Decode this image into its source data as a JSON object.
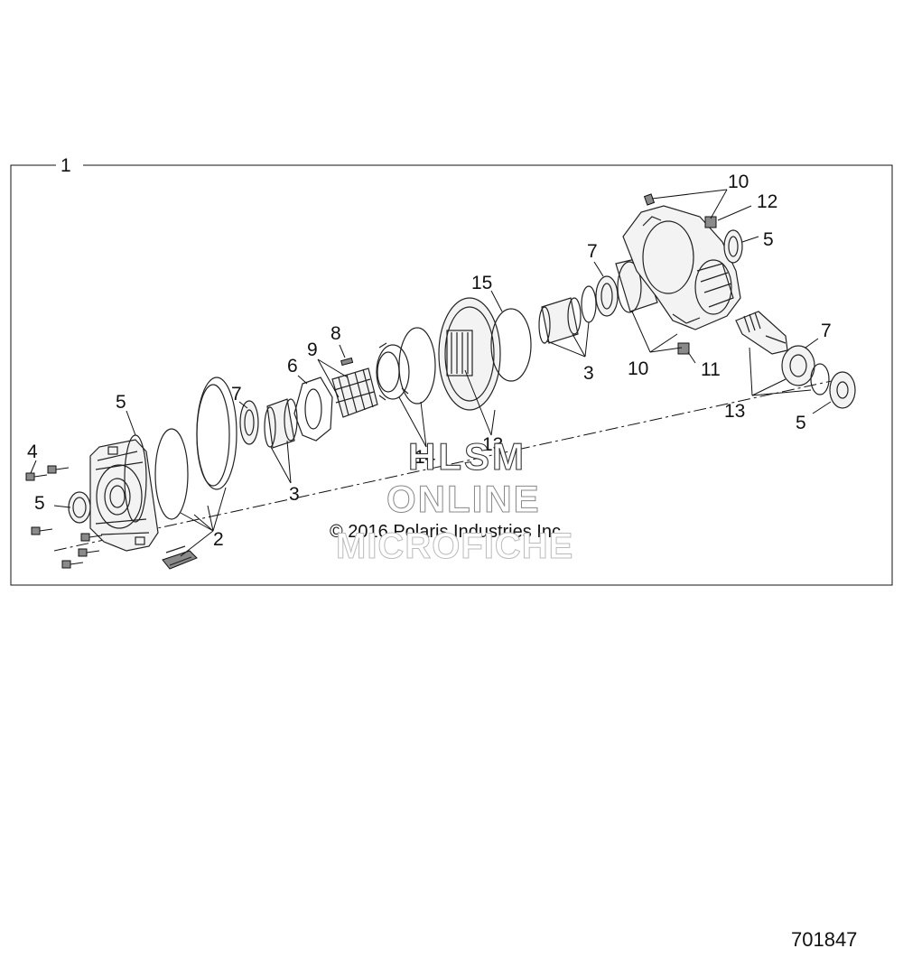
{
  "assembly_callout": "1",
  "callouts": {
    "c2": "2",
    "c3a": "3",
    "c3b": "3",
    "c4": "4",
    "c5a": "5",
    "c5b": "5",
    "c5c": "5",
    "c5d": "5",
    "c6": "6",
    "c7a": "7",
    "c7b": "7",
    "c7c": "7",
    "c8": "8",
    "c9": "9",
    "c10a": "10",
    "c10b": "10",
    "c11": "11",
    "c12": "12",
    "c13a": "13",
    "c13b": "13",
    "c14": "14",
    "c15": "15"
  },
  "watermark": {
    "line1": "HLSM",
    "line2": "ONLINE",
    "line3": "MICROFICHE"
  },
  "copyright": "© 2016 Polaris Industries Inc.",
  "document_number": "701847"
}
